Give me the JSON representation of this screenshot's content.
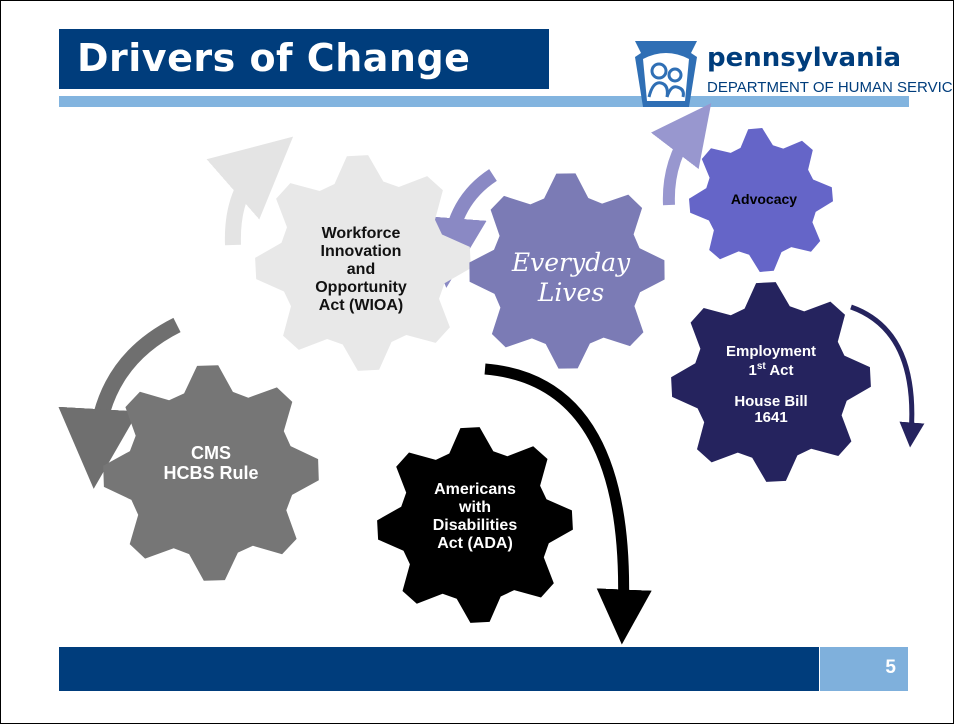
{
  "header": {
    "title": "Drivers of Change",
    "logo_name": "pennsylvania",
    "logo_subtitle": "DEPARTMENT OF HUMAN SERVICES"
  },
  "gears": {
    "wioa": [
      "Workforce",
      "Innovation",
      "and",
      "Opportunity",
      "Act (WIOA)"
    ],
    "everyday_lives": [
      "Everyday",
      "Lives"
    ],
    "advocacy": "Advocacy",
    "employment": {
      "line1": "Employment",
      "line2_main": "1",
      "line2_sup": "st",
      "line2_rest": " Act",
      "line3": "House Bill",
      "line4": "1641"
    },
    "cms": [
      "CMS",
      "HCBS Rule"
    ],
    "ada": [
      "Americans",
      "with",
      "Disabilities",
      "Act (ADA)"
    ]
  },
  "colors": {
    "brand_blue": "#003d7c",
    "accent_light_blue": "#82b4df",
    "gear_wioa": "#e8e8e8",
    "gear_everyday": "#7b7bb5",
    "gear_advocacy": "#6565c8",
    "gear_employment": "#25235e",
    "gear_cms": "#767676",
    "gear_ada": "#000000"
  },
  "footer": {
    "page_number": "5"
  }
}
